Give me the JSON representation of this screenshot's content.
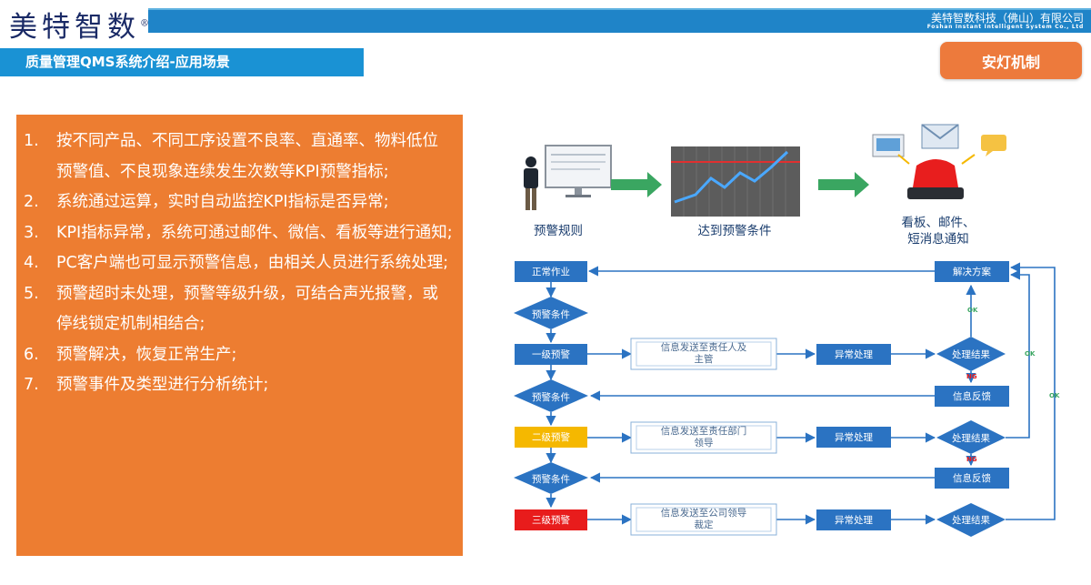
{
  "header": {
    "logo_text": "美特智数",
    "logo_mark": "®",
    "company_cn": "美特智数科技（佛山）有限公司",
    "company_en": "Foshan Instant Intelligent System Co., Ltd"
  },
  "section_title": "质量管理QMS系统介绍-应用场景",
  "badge_label": "安灯机制",
  "points": [
    {
      "num": "1.",
      "text": "按不同产品、不同工序设置不良率、直通率、物料低位预警值、不良现象连续发生次数等KPI预警指标;"
    },
    {
      "num": "2.",
      "text": "系统通过运算，实时自动监控KPI指标是否异常;"
    },
    {
      "num": "3.",
      "text": "KPI指标异常，系统可通过邮件、微信、看板等进行通知;"
    },
    {
      "num": "4.",
      "text": "PC客户端也可显示预警信息，由相关人员进行系统处理;"
    },
    {
      "num": "5.",
      "text": "预警超时未处理，预警等级升级，可结合声光报警，或停线锁定机制相结合;"
    },
    {
      "num": "6.",
      "text": "预警解决，恢复正常生产;"
    },
    {
      "num": "7.",
      "text": "预警事件及类型进行分析统计;"
    }
  ],
  "process": {
    "step1": "预警规则",
    "step2": "达到预警条件",
    "step3_line1": "看板、邮件、",
    "step3_line2": "短消息通知"
  },
  "flow": {
    "normal": "正常作业",
    "condition": "预警条件",
    "level1": "一级预警",
    "level2": "二级预警",
    "level3": "三级预警",
    "msg1_line1": "信息发送至责任人及",
    "msg1_line2": "主管",
    "msg2_line1": "信息发送至责任部门",
    "msg2_line2": "领导",
    "msg3_line1": "信息发送至公司领导",
    "msg3_line2": "裁定",
    "handle": "异常处理",
    "result": "处理结果",
    "feedback": "信息反馈",
    "solution": "解决方案",
    "ok": "OK",
    "ng": "NG"
  },
  "colors": {
    "header_blue": "#1f84c8",
    "panel_orange": "#ed7d31",
    "flow_blue": "#2b73c2",
    "level2_yellow": "#f5b800",
    "level3_red": "#e81c1c",
    "arrow_green": "#3aa661"
  }
}
